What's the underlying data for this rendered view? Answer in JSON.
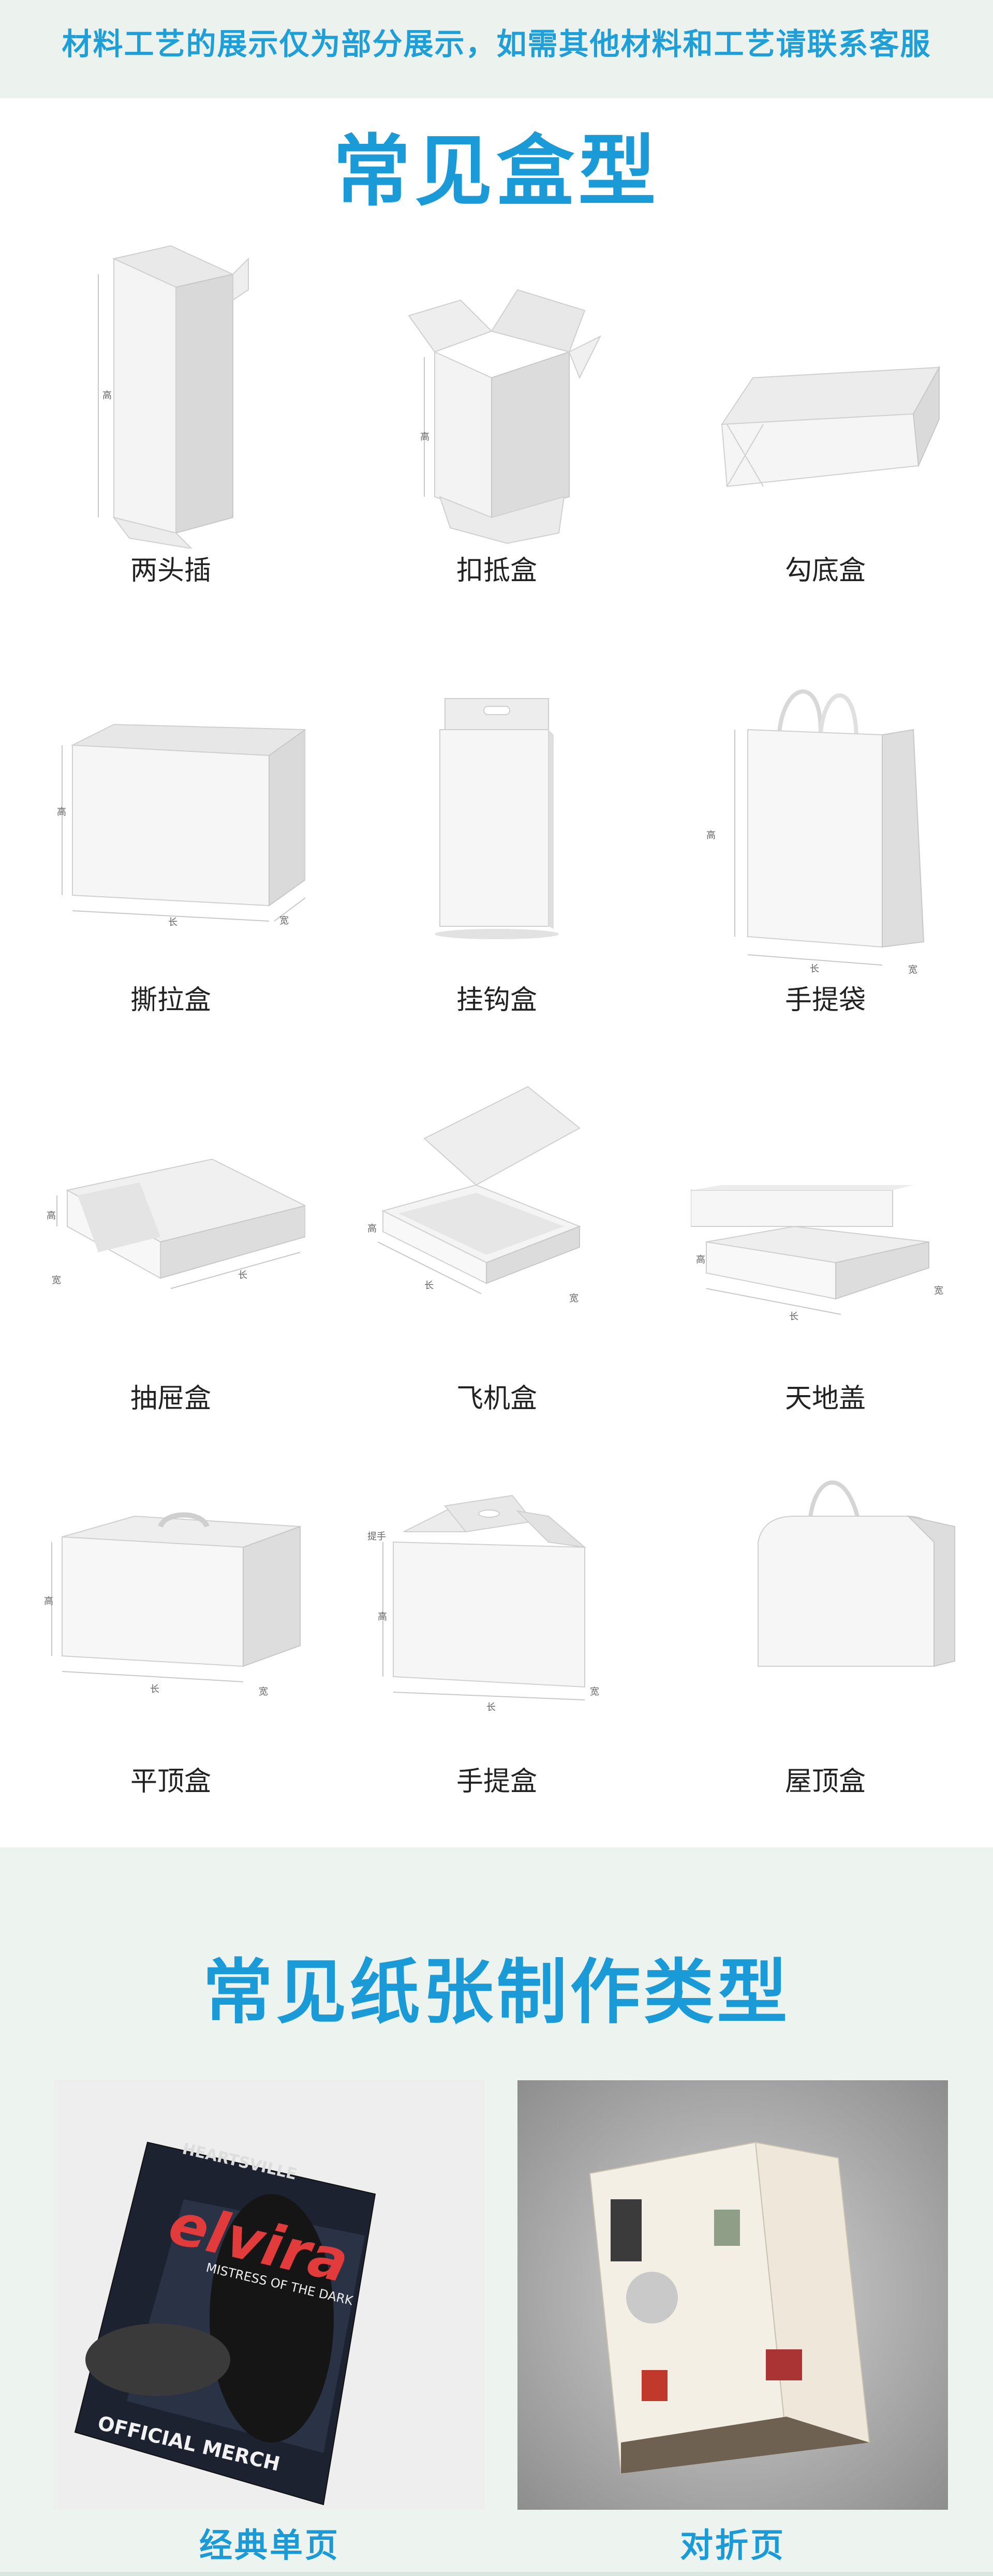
{
  "notice": "材料工艺的展示仅为部分展示，如需其他材料和工艺请联系客服",
  "section_box": {
    "title": "常见盒型",
    "items": [
      {
        "label": "两头插",
        "dims": [
          "高"
        ]
      },
      {
        "label": "扣抵盒",
        "dims": [
          "高"
        ]
      },
      {
        "label": "勾底盒",
        "dims": []
      },
      {
        "label": "撕拉盒",
        "dims": [
          "高",
          "长",
          "宽"
        ]
      },
      {
        "label": "挂钩盒",
        "dims": []
      },
      {
        "label": "手提袋",
        "dims": [
          "高",
          "长",
          "宽"
        ]
      },
      {
        "label": "抽屉盒",
        "dims": [
          "高",
          "宽",
          "长"
        ]
      },
      {
        "label": "飞机盒",
        "dims": [
          "高",
          "长",
          "宽"
        ]
      },
      {
        "label": "天地盖",
        "dims": [
          "高",
          "长",
          "宽"
        ]
      },
      {
        "label": "平顶盒",
        "dims": [
          "高",
          "长",
          "宽"
        ]
      },
      {
        "label": "手提盒",
        "dims": [
          "提手",
          "高",
          "长",
          "宽"
        ]
      },
      {
        "label": "屋顶盒",
        "dims": []
      }
    ]
  },
  "section_paper": {
    "title": "常见纸张制作类型",
    "items": [
      {
        "label": "经典单页",
        "poster_top": "HEARTSVILLE",
        "poster_title": "elvira",
        "poster_sub": "MISTRESS OF THE DARK",
        "poster_bottom": "OFFICIAL MERCH"
      },
      {
        "label": "对折页"
      }
    ]
  },
  "colors": {
    "accent": "#1a9bd7",
    "background": "#ffffff",
    "band": "#edf3ef"
  }
}
